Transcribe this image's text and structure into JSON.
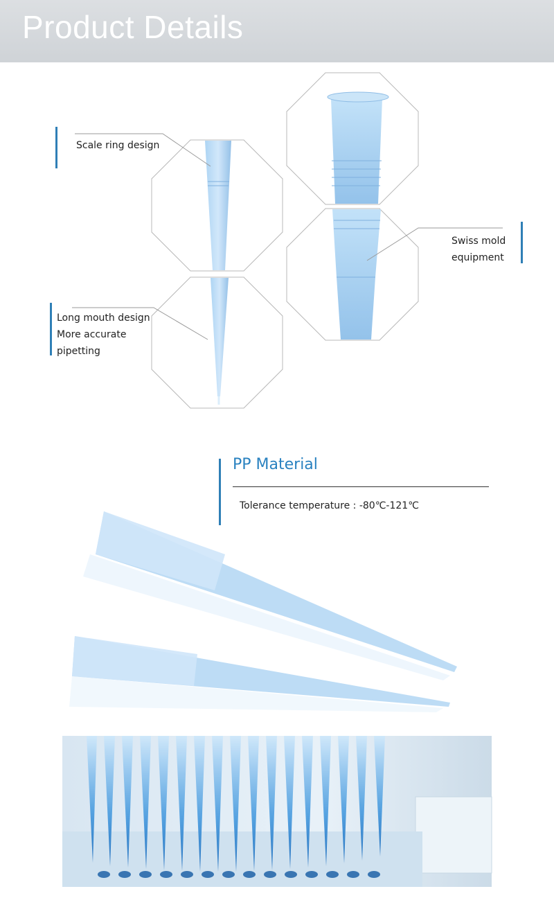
{
  "header": {
    "title": "Product Details"
  },
  "details": {
    "scale_ring": "Scale ring design",
    "long_mouth": [
      "Long mouth design",
      "More accurate",
      "pipetting"
    ],
    "swiss_mold": [
      "Swiss mold",
      "equipment"
    ]
  },
  "material": {
    "title": "PP Material",
    "tolerance": "Tolerance temperature : -80℃-121℃"
  },
  "colors": {
    "accent": "#2f7fb6",
    "tip_blue": "#9cc8ee",
    "liquid_blue": "#2f89d6"
  }
}
